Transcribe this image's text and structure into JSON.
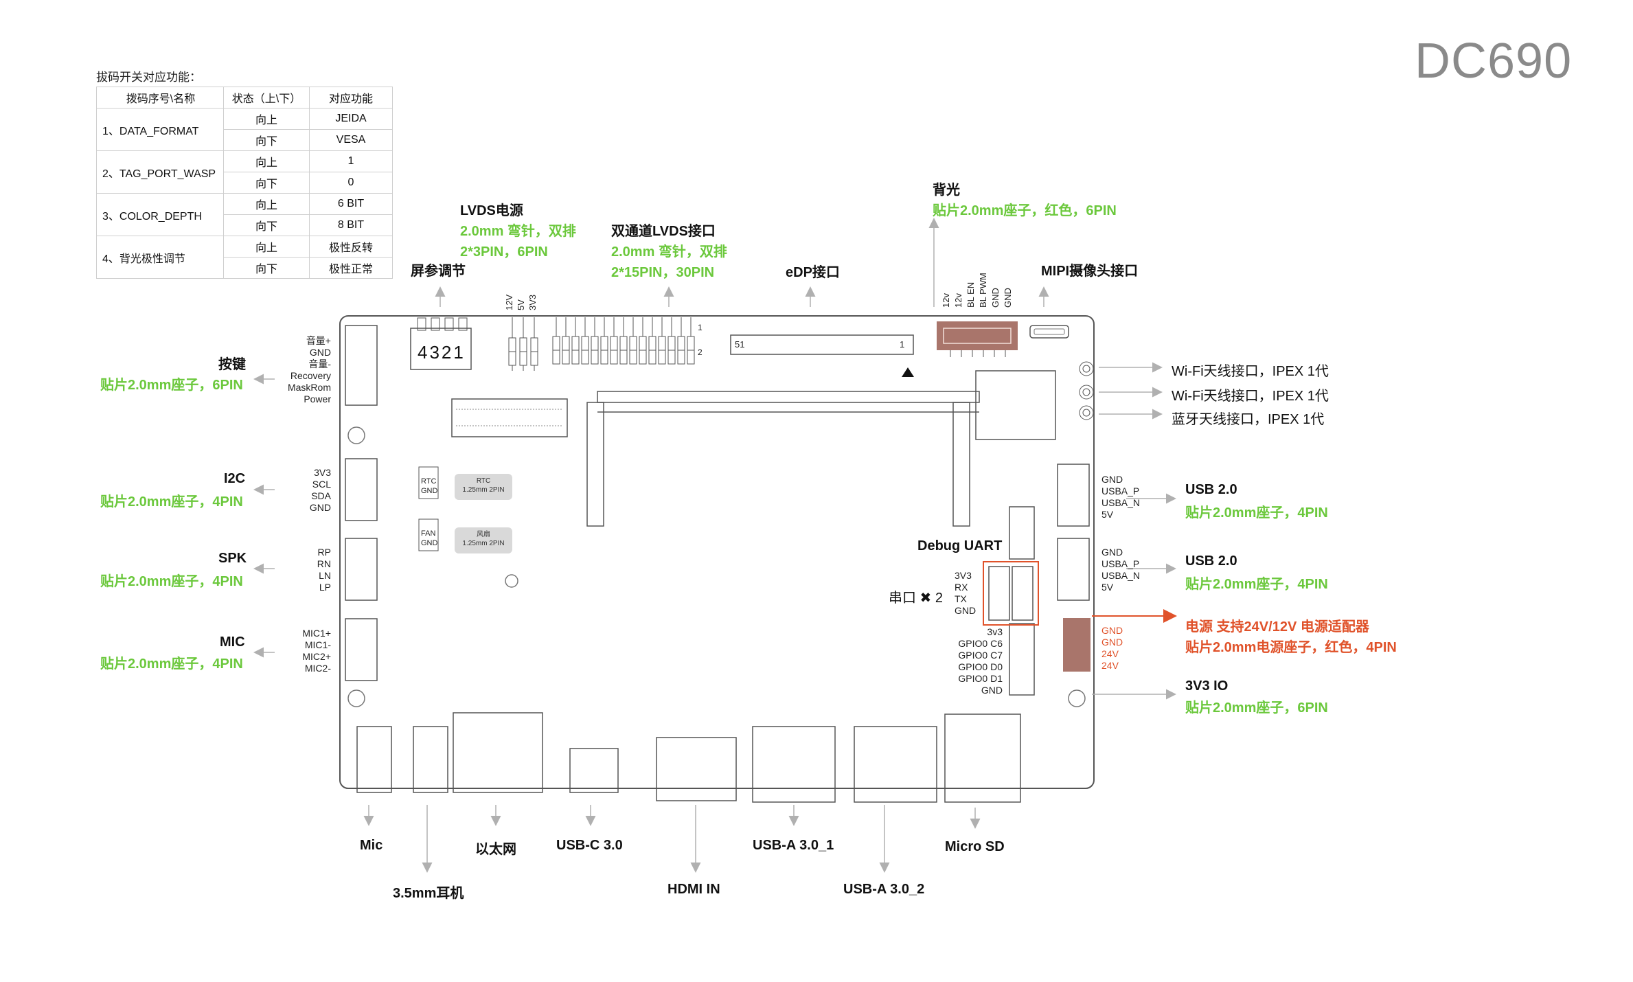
{
  "model": "DC690",
  "dip_table": {
    "caption": "拔码开关对应功能：",
    "headers": [
      "拨码序号\\名称",
      "状态（上\\下）",
      "对应功能"
    ],
    "rows": [
      {
        "name": "1、DATA_FORMAT",
        "up": "向上",
        "up_func": "JEIDA",
        "down": "向下",
        "down_func": "VESA"
      },
      {
        "name": "2、TAG_PORT_WASP",
        "up": "向上",
        "up_func": "1",
        "down": "向下",
        "down_func": "0"
      },
      {
        "name": "3、COLOR_DEPTH",
        "up": "向上",
        "up_func": "6 BIT",
        "down": "向下",
        "down_func": "8 BIT"
      },
      {
        "name": "4、背光极性调节",
        "up": "向上",
        "up_func": "极性反转",
        "down": "向下",
        "down_func": "极性正常"
      }
    ]
  },
  "top": {
    "screen_param": "屏参调节",
    "dip_digits": "4321",
    "lvds_power": {
      "title": "LVDS电源",
      "spec1": "2.0mm 弯针，双排",
      "spec2": "2*3PIN，6PIN",
      "pins": [
        "12V",
        "5V",
        "3V3"
      ]
    },
    "dual_lvds": {
      "title": "双通道LVDS接口",
      "spec1": "2.0mm 弯针，双排",
      "spec2": "2*15PIN，30PIN",
      "pin1": "1",
      "pin2": "2"
    },
    "edp": {
      "title": "eDP接口",
      "pin_left": "51",
      "pin_right": "1"
    },
    "backlight": {
      "title": "背光",
      "spec": "贴片2.0mm座子，红色，6PIN",
      "pins": [
        "12v",
        "12v",
        "BL EN",
        "BL PWM",
        "GND",
        "GND"
      ]
    },
    "mipi": {
      "title": "MIPI摄像头接口"
    }
  },
  "left": {
    "keys": {
      "title": "按键",
      "spec": "贴片2.0mm座子，6PIN",
      "pins": "音量+\nGND\n音量-\nRecovery\nMaskRom\nPower"
    },
    "i2c": {
      "title": "I2C",
      "spec": "贴片2.0mm座子，4PIN",
      "pins": "3V3\nSCL\nSDA\nGND"
    },
    "spk": {
      "title": "SPK",
      "spec": "贴片2.0mm座子，4PIN",
      "pins": "RP\nRN\nLN\nLP"
    },
    "mic": {
      "title": "MIC",
      "spec": "贴片2.0mm座子，4PIN",
      "pins": "MIC1+\nMIC1-\nMIC2+\nMIC2-"
    }
  },
  "onboard": {
    "rtc": {
      "pins": "RTC\nGND",
      "label1": "RTC",
      "label2": "1.25mm 2PIN"
    },
    "fan": {
      "pins": "FAN\nGND",
      "label1": "风扇",
      "label2": "1.25mm 2PIN"
    },
    "debug_uart": "Debug UART",
    "serial": "串口 ✖ 2",
    "serial_pins": "3V3\nRX\nTX\nGND",
    "gpio_pins": "3v3\nGPIO0 C6\nGPIO0 C7\nGPIO0 D0\nGPIO0 D1\nGND",
    "power_pins": "GND\nGND\n24V\n24V"
  },
  "right": {
    "wifi1": "Wi-Fi天线接口，IPEX 1代",
    "wifi2": "Wi-Fi天线接口，IPEX 1代",
    "bt": "蓝牙天线接口，IPEX 1代",
    "usb2_a": {
      "title": "USB 2.0",
      "spec": "贴片2.0mm座子，4PIN",
      "pins": "GND\nUSBA_P\nUSBA_N\n5V"
    },
    "usb2_b": {
      "title": "USB 2.0",
      "spec": "贴片2.0mm座子，4PIN",
      "pins": "GND\nUSBA_P\nUSBA_N\n5V"
    },
    "power": {
      "title": "电源 支持24V/12V 电源适配器",
      "spec": "贴片2.0mm电源座子，红色，4PIN"
    },
    "io": {
      "title": "3V3 IO",
      "spec": "贴片2.0mm座子，6PIN"
    }
  },
  "bottom": {
    "mic": "Mic",
    "earphone": "3.5mm耳机",
    "ethernet": "以太网",
    "usbc": "USB-C 3.0",
    "hdmi": "HDMI IN",
    "usba1": "USB-A 3.0_1",
    "usba2": "USB-A 3.0_2",
    "microsd": "Micro SD"
  },
  "colors": {
    "accent_green": "#6bc83c",
    "accent_red": "#e0522a",
    "connector_brown": "#a9756b",
    "line": "#555555"
  }
}
